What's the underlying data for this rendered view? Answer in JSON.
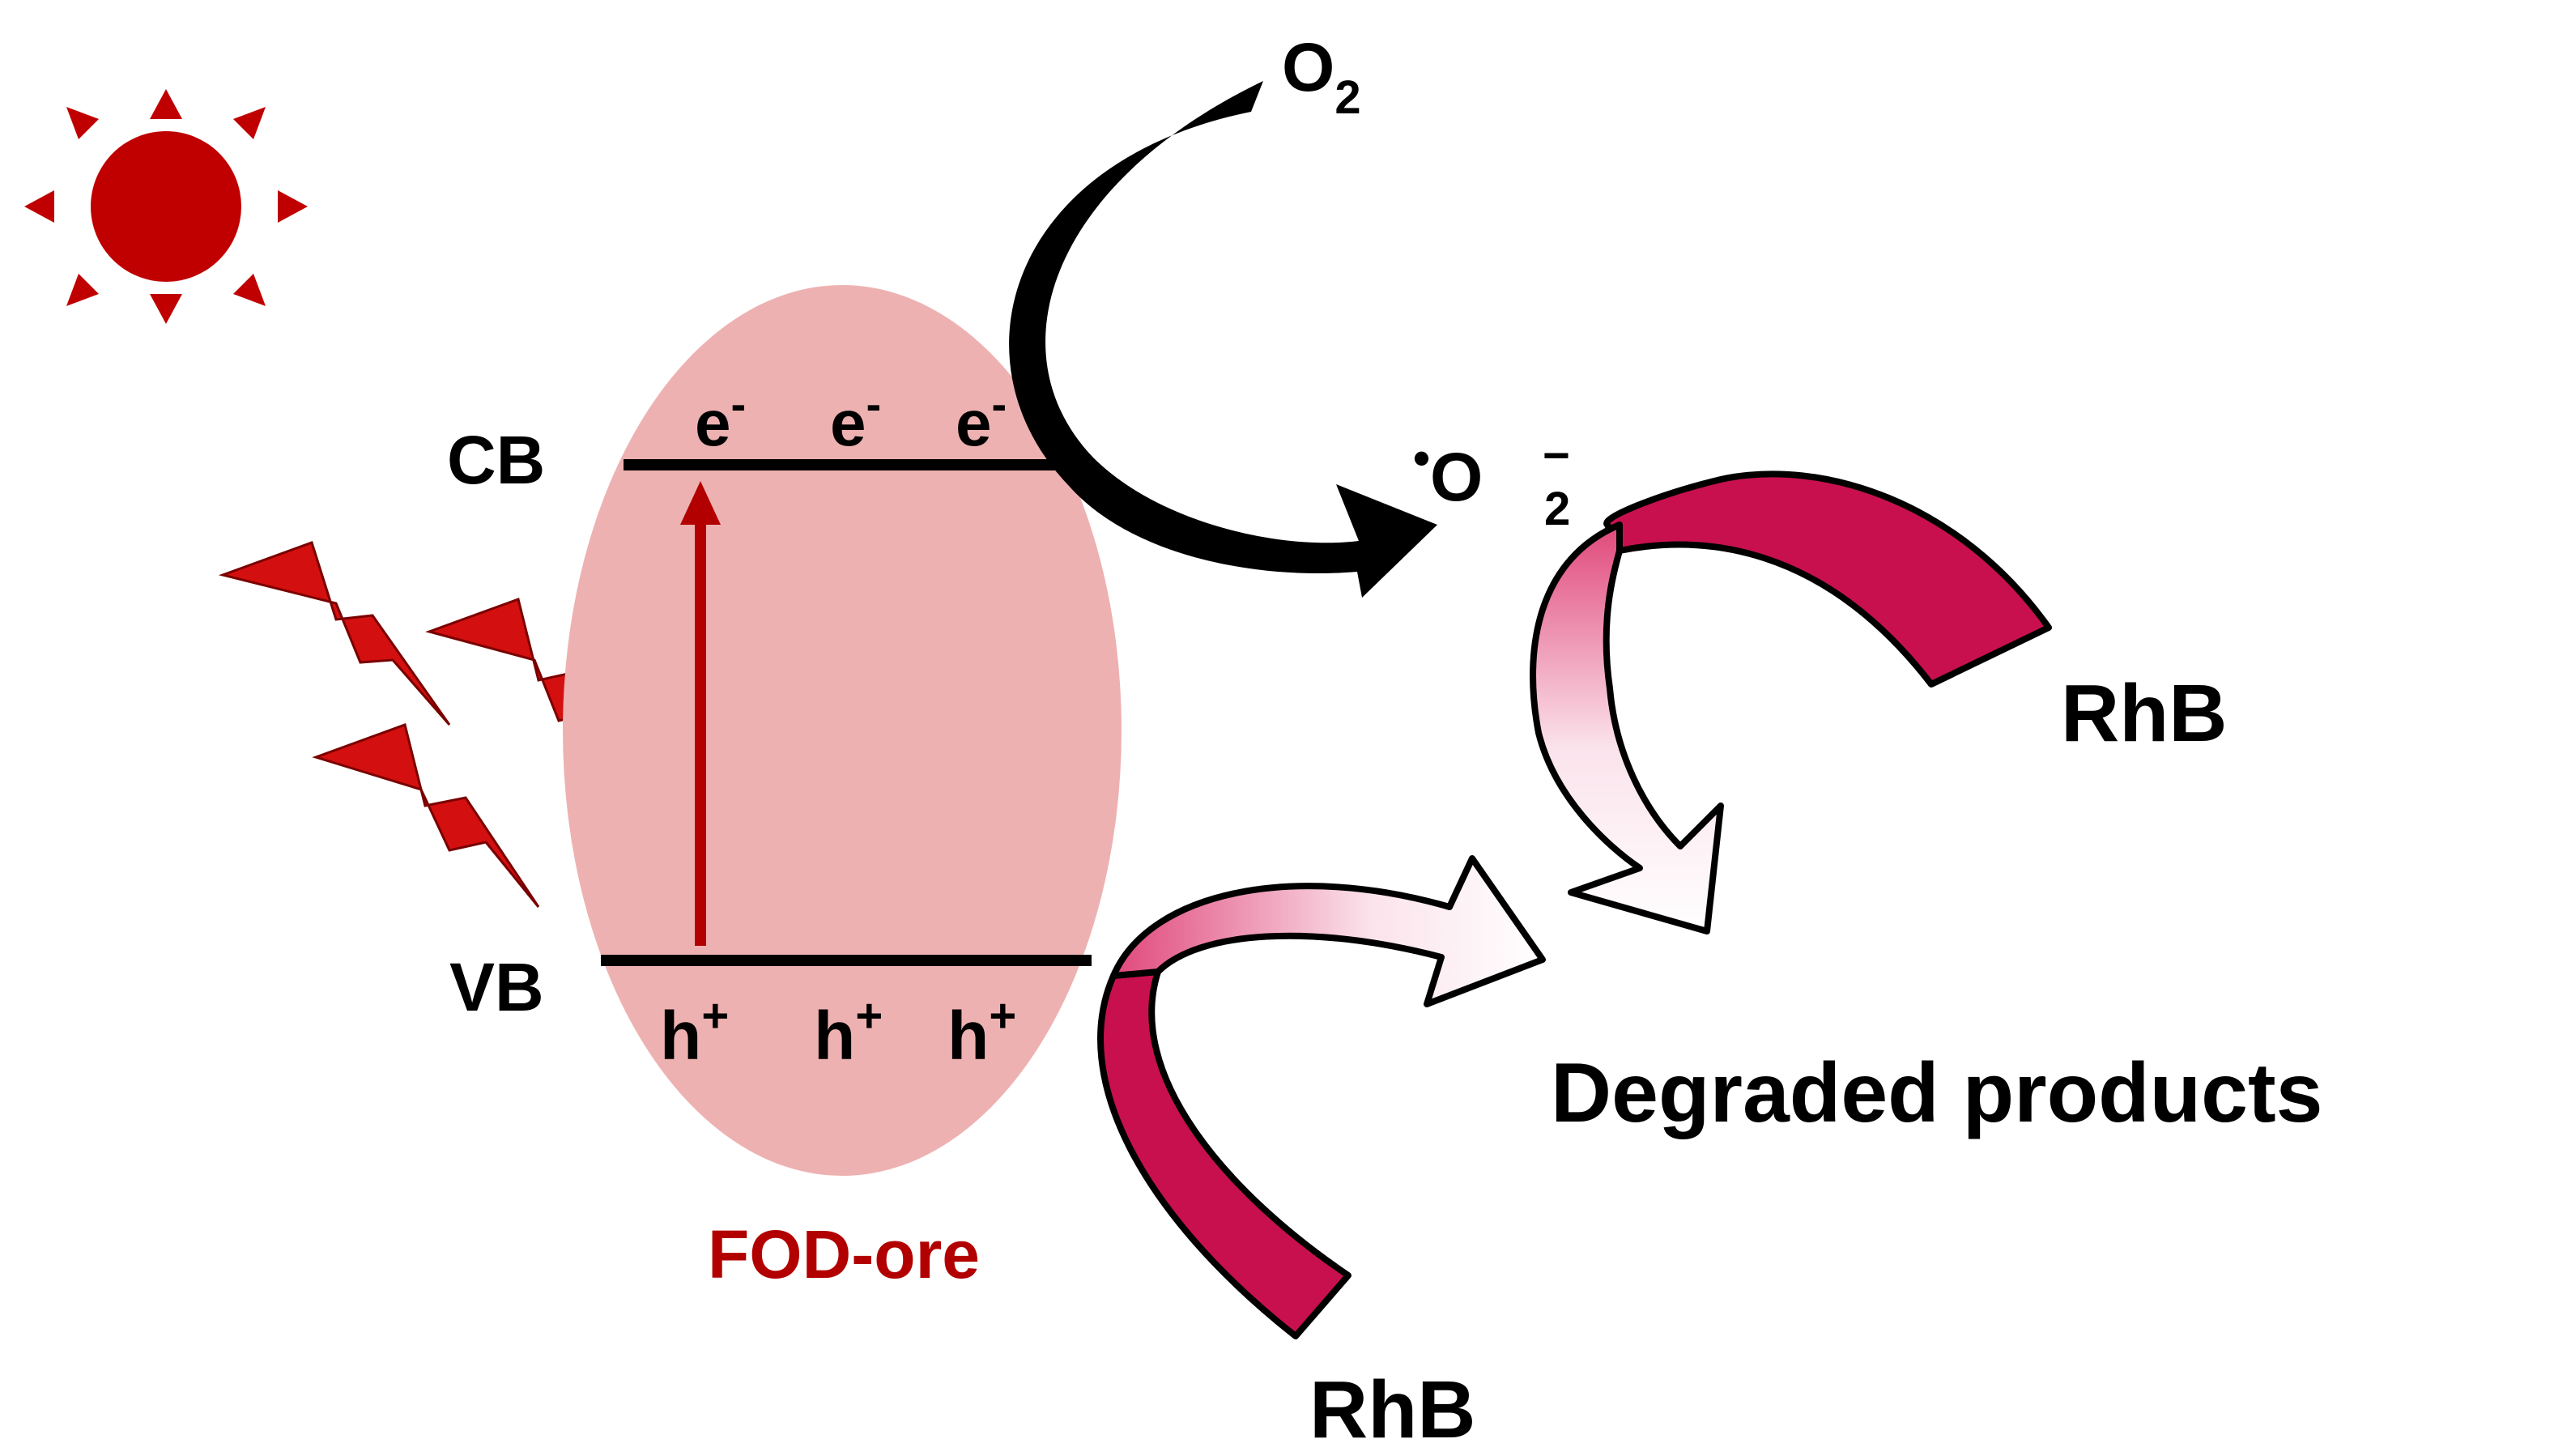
{
  "colors": {
    "sun": "#c00000",
    "bolt": "#d40f0f",
    "ellipse": "#eeb1b1",
    "band_line": "#000000",
    "excitation_arrow": "#b20000",
    "catalyst_label": "#b20000",
    "rhb_ribbon": "#c8104f",
    "ribbon_gradient_start": "#e0487a",
    "black_arrow": "#000000"
  },
  "icons": {
    "sun": "sun-icon",
    "light": "lightning-bolt-icon"
  },
  "labels": {
    "cb": "CB",
    "vb": "VB",
    "electron": "e",
    "electron_sup": "-",
    "hole": "h",
    "hole_sup": "+",
    "catalyst": "FOD-ore",
    "oxygen_base": "O",
    "oxygen_sub": "2",
    "radical_dot": "•",
    "radical_base": "O",
    "radical_sub": "2",
    "radical_sup": "−",
    "rhb_upper": "RhB",
    "rhb_lower": "RhB",
    "products": "Degraded products"
  }
}
